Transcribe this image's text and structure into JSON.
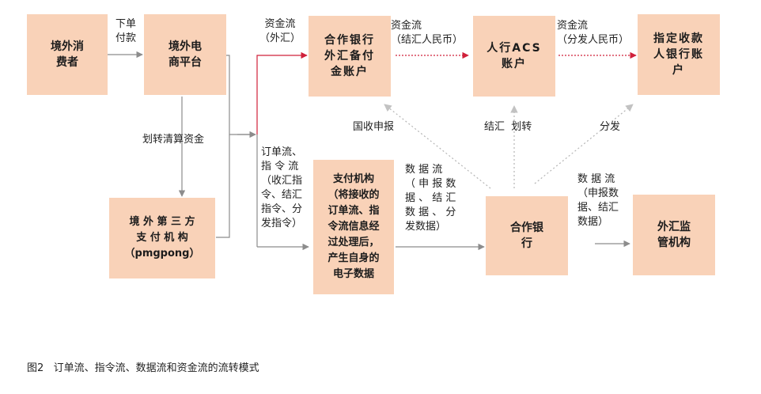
{
  "boxes": {
    "consumer": "境外消\n费者",
    "platform": "境外电\n商平台",
    "bank_fx": "合作银行\n外汇备付\n金账户",
    "acs": "人行ACS\n账户",
    "payee": "指定收款\n人银行账\n户",
    "third_party": "境 外 第 三 方\n支 付 机 构\n（pmgpong）",
    "payment_inst": "支付机构\n（将接收的\n订单流、指\n令流信息经\n过处理后，\n产生自身的\n电子数据",
    "coop_bank": "合作银\n行",
    "regulator": "外汇监\n管机构"
  },
  "labels": {
    "order_pay": "下单\n付款",
    "fund_fx": "资金流\n（外汇）",
    "fund_settle": "资金流\n（结汇人民币）",
    "fund_dist": "资金流\n（分发人民币）",
    "transfer_clear": "划转清算资金",
    "order_cmd": "订单流、\n指 令 流\n（收汇指\n令、结汇\n指令、分\n发指令）",
    "data_flow_1": "数 据 流\n（ 申 报 数\n据 、 结 汇\n数 据 、 分\n发数据）",
    "data_flow_2": "数 据 流\n（申报数\n据、结汇\n数据）",
    "intl_report": "国收申报",
    "settle_transfer": "结汇  划转",
    "distribute": "分发"
  },
  "caption": "图2   订单流、指令流、数据流和资金流的流转模式",
  "colors": {
    "box_fill": "#f9d2b8",
    "line_gray": "#8c8c8c",
    "line_red": "#d0203a",
    "dotted_gray": "#b5b5b5"
  }
}
